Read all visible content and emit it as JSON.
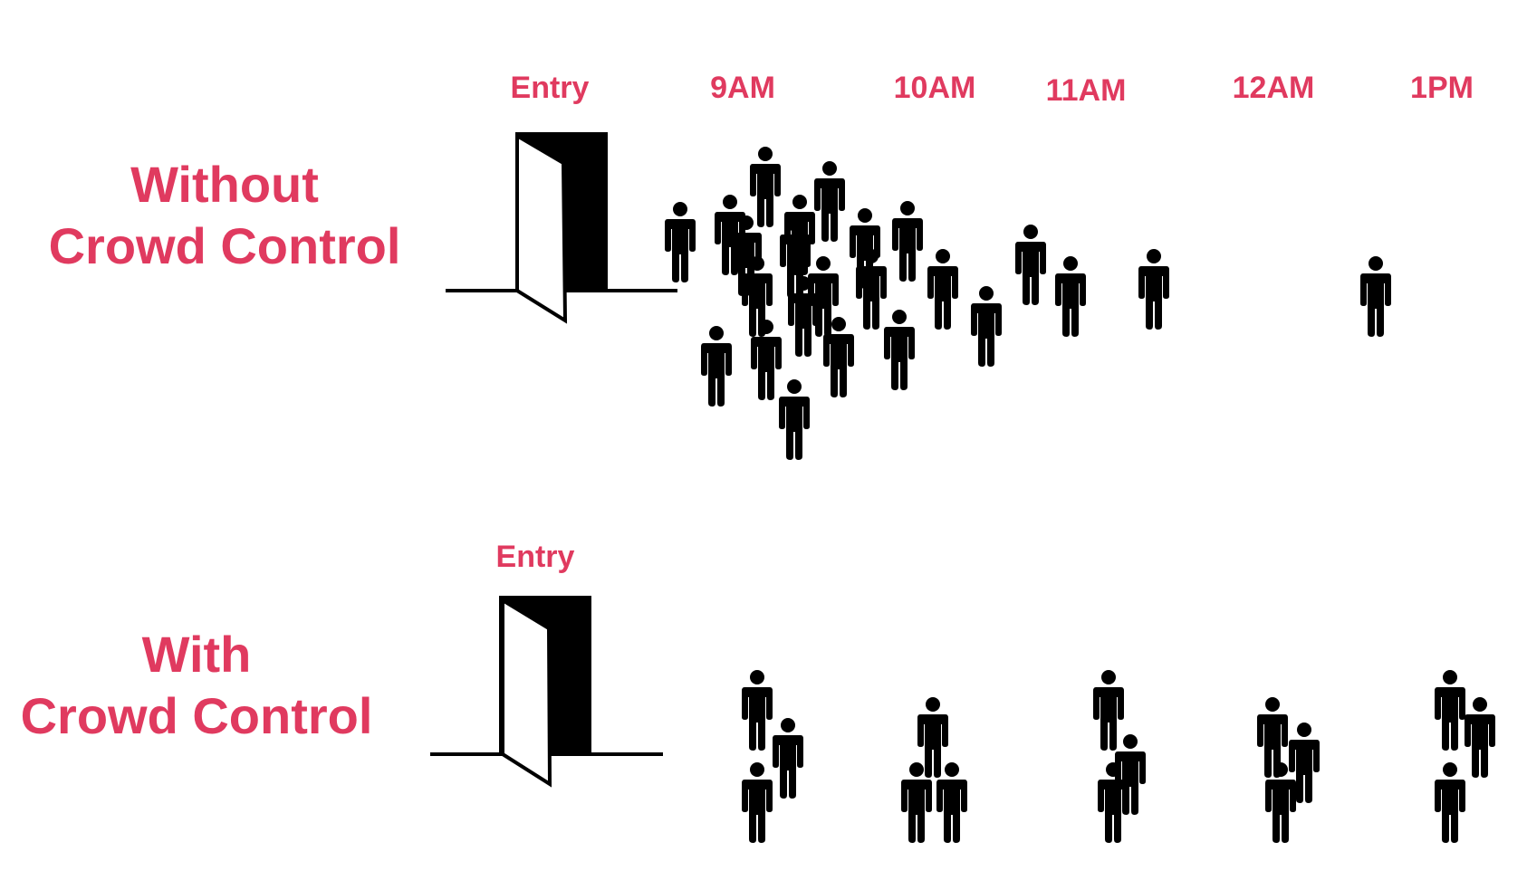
{
  "accent_color": "#e03a5f",
  "top": {
    "title_line1": "Without",
    "title_line2": "Crowd Control",
    "entry_label": "Entry",
    "time_labels": [
      "9AM",
      "10AM",
      "11AM",
      "12AM",
      "1PM"
    ]
  },
  "bottom": {
    "title_line1": "With",
    "title_line2": "Crowd Control",
    "entry_label": "Entry"
  },
  "icons": {
    "door": "door-icon",
    "person": "person-icon"
  }
}
